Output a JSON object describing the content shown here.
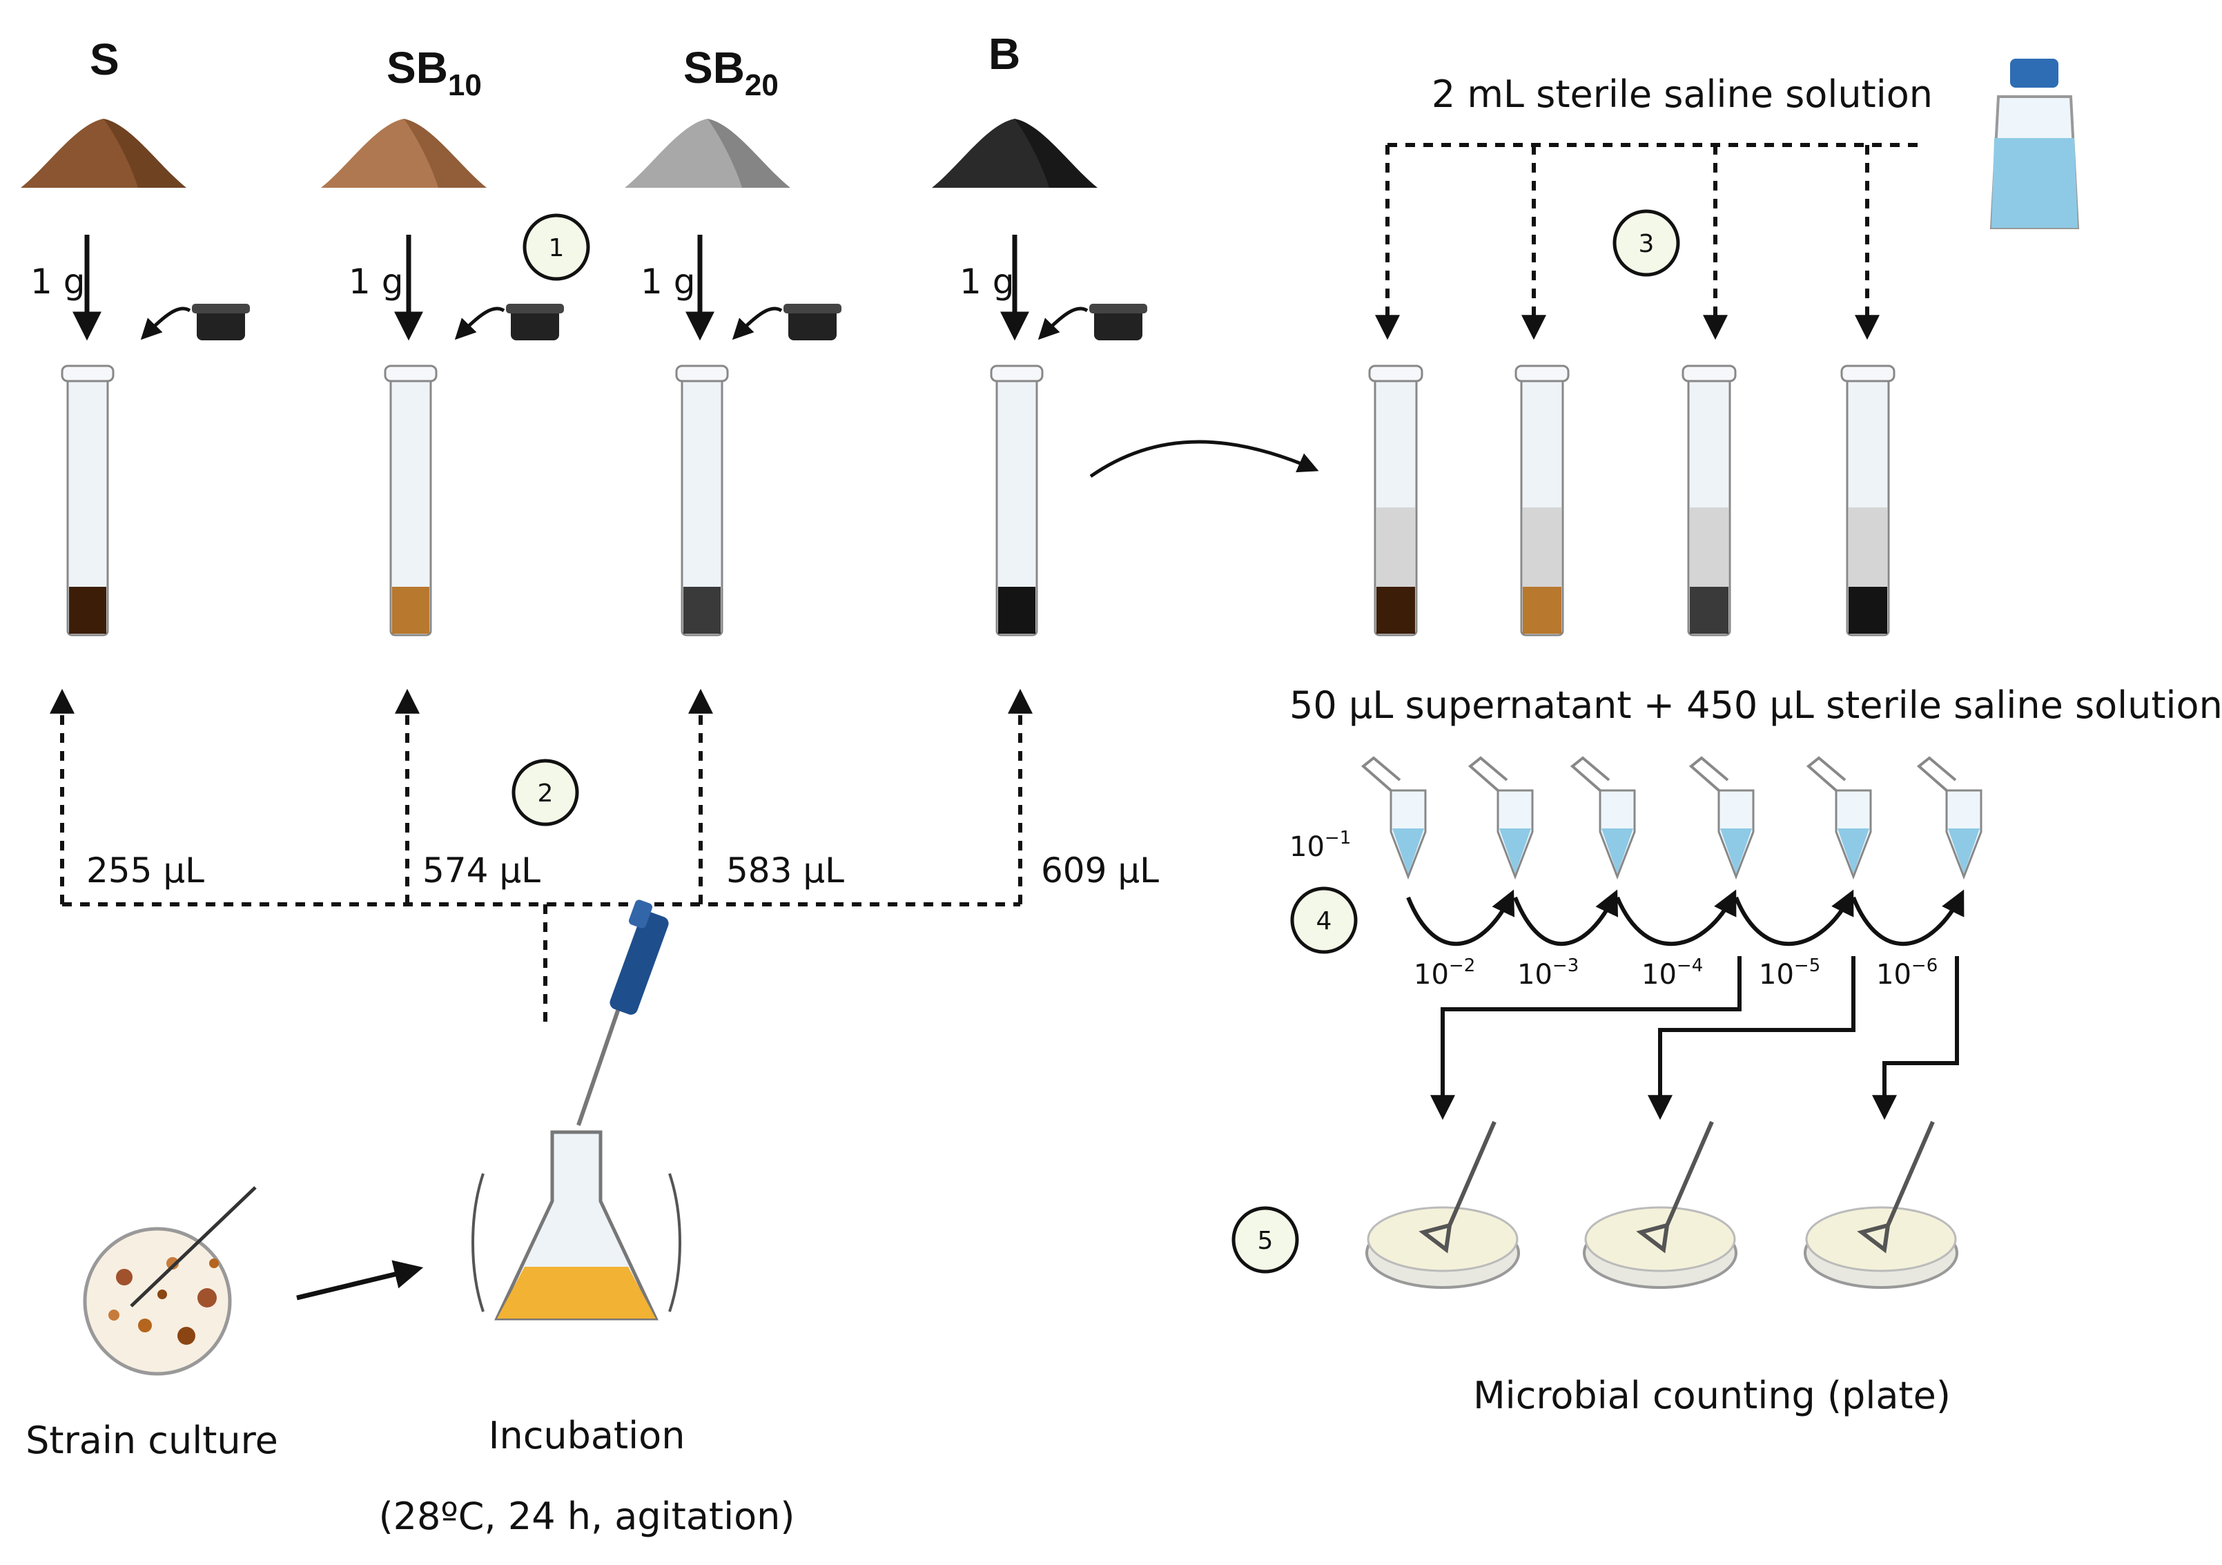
{
  "samples": [
    {
      "id": "s",
      "label": "S",
      "sub": "",
      "mass": "1 g",
      "volume": "255 µL",
      "pile_color": "#8a5530",
      "pile_shade": "#5e3519",
      "bottom_color": "#3c1e08"
    },
    {
      "id": "sb10",
      "label": "SB",
      "sub": "10",
      "mass": "1 g",
      "volume": "574 µL",
      "pile_color": "#b07850",
      "pile_shade": "#7d4c2a",
      "bottom_color": "#b8782e"
    },
    {
      "id": "sb20",
      "label": "SB",
      "sub": "20",
      "mass": "1 g",
      "volume": "583 µL",
      "pile_color": "#a8a8a8",
      "pile_shade": "#6e6e6e",
      "bottom_color": "#3a3a3a"
    },
    {
      "id": "b",
      "label": "B",
      "sub": "",
      "mass": "1 g",
      "volume": "609 µL",
      "pile_color": "#2a2a2a",
      "pile_shade": "#0e0e0e",
      "bottom_color": "#141414"
    }
  ],
  "steps": [
    "1",
    "2",
    "3",
    "4",
    "5"
  ],
  "saline_label": "2 mL sterile saline solution",
  "dilution_label": "50 µL supernatant + 450 µL sterile saline solution",
  "dilutions": [
    {
      "base": "10",
      "exp": "−1"
    },
    {
      "base": "10",
      "exp": "−2"
    },
    {
      "base": "10",
      "exp": "−3"
    },
    {
      "base": "10",
      "exp": "−4"
    },
    {
      "base": "10",
      "exp": "−5"
    },
    {
      "base": "10",
      "exp": "−6"
    }
  ],
  "strain_label": "Strain culture",
  "incubation_label": "Incubation",
  "incubation_conditions": "(28ºC, 24 h, agitation)",
  "counting_label": "Microbial counting (plate)",
  "colors": {
    "liquid_blue": "#8ecae6",
    "culture_yellow": "#f2b233",
    "pipette_blue": "#1f4e8c",
    "plate_agar": "#f4f1da"
  }
}
